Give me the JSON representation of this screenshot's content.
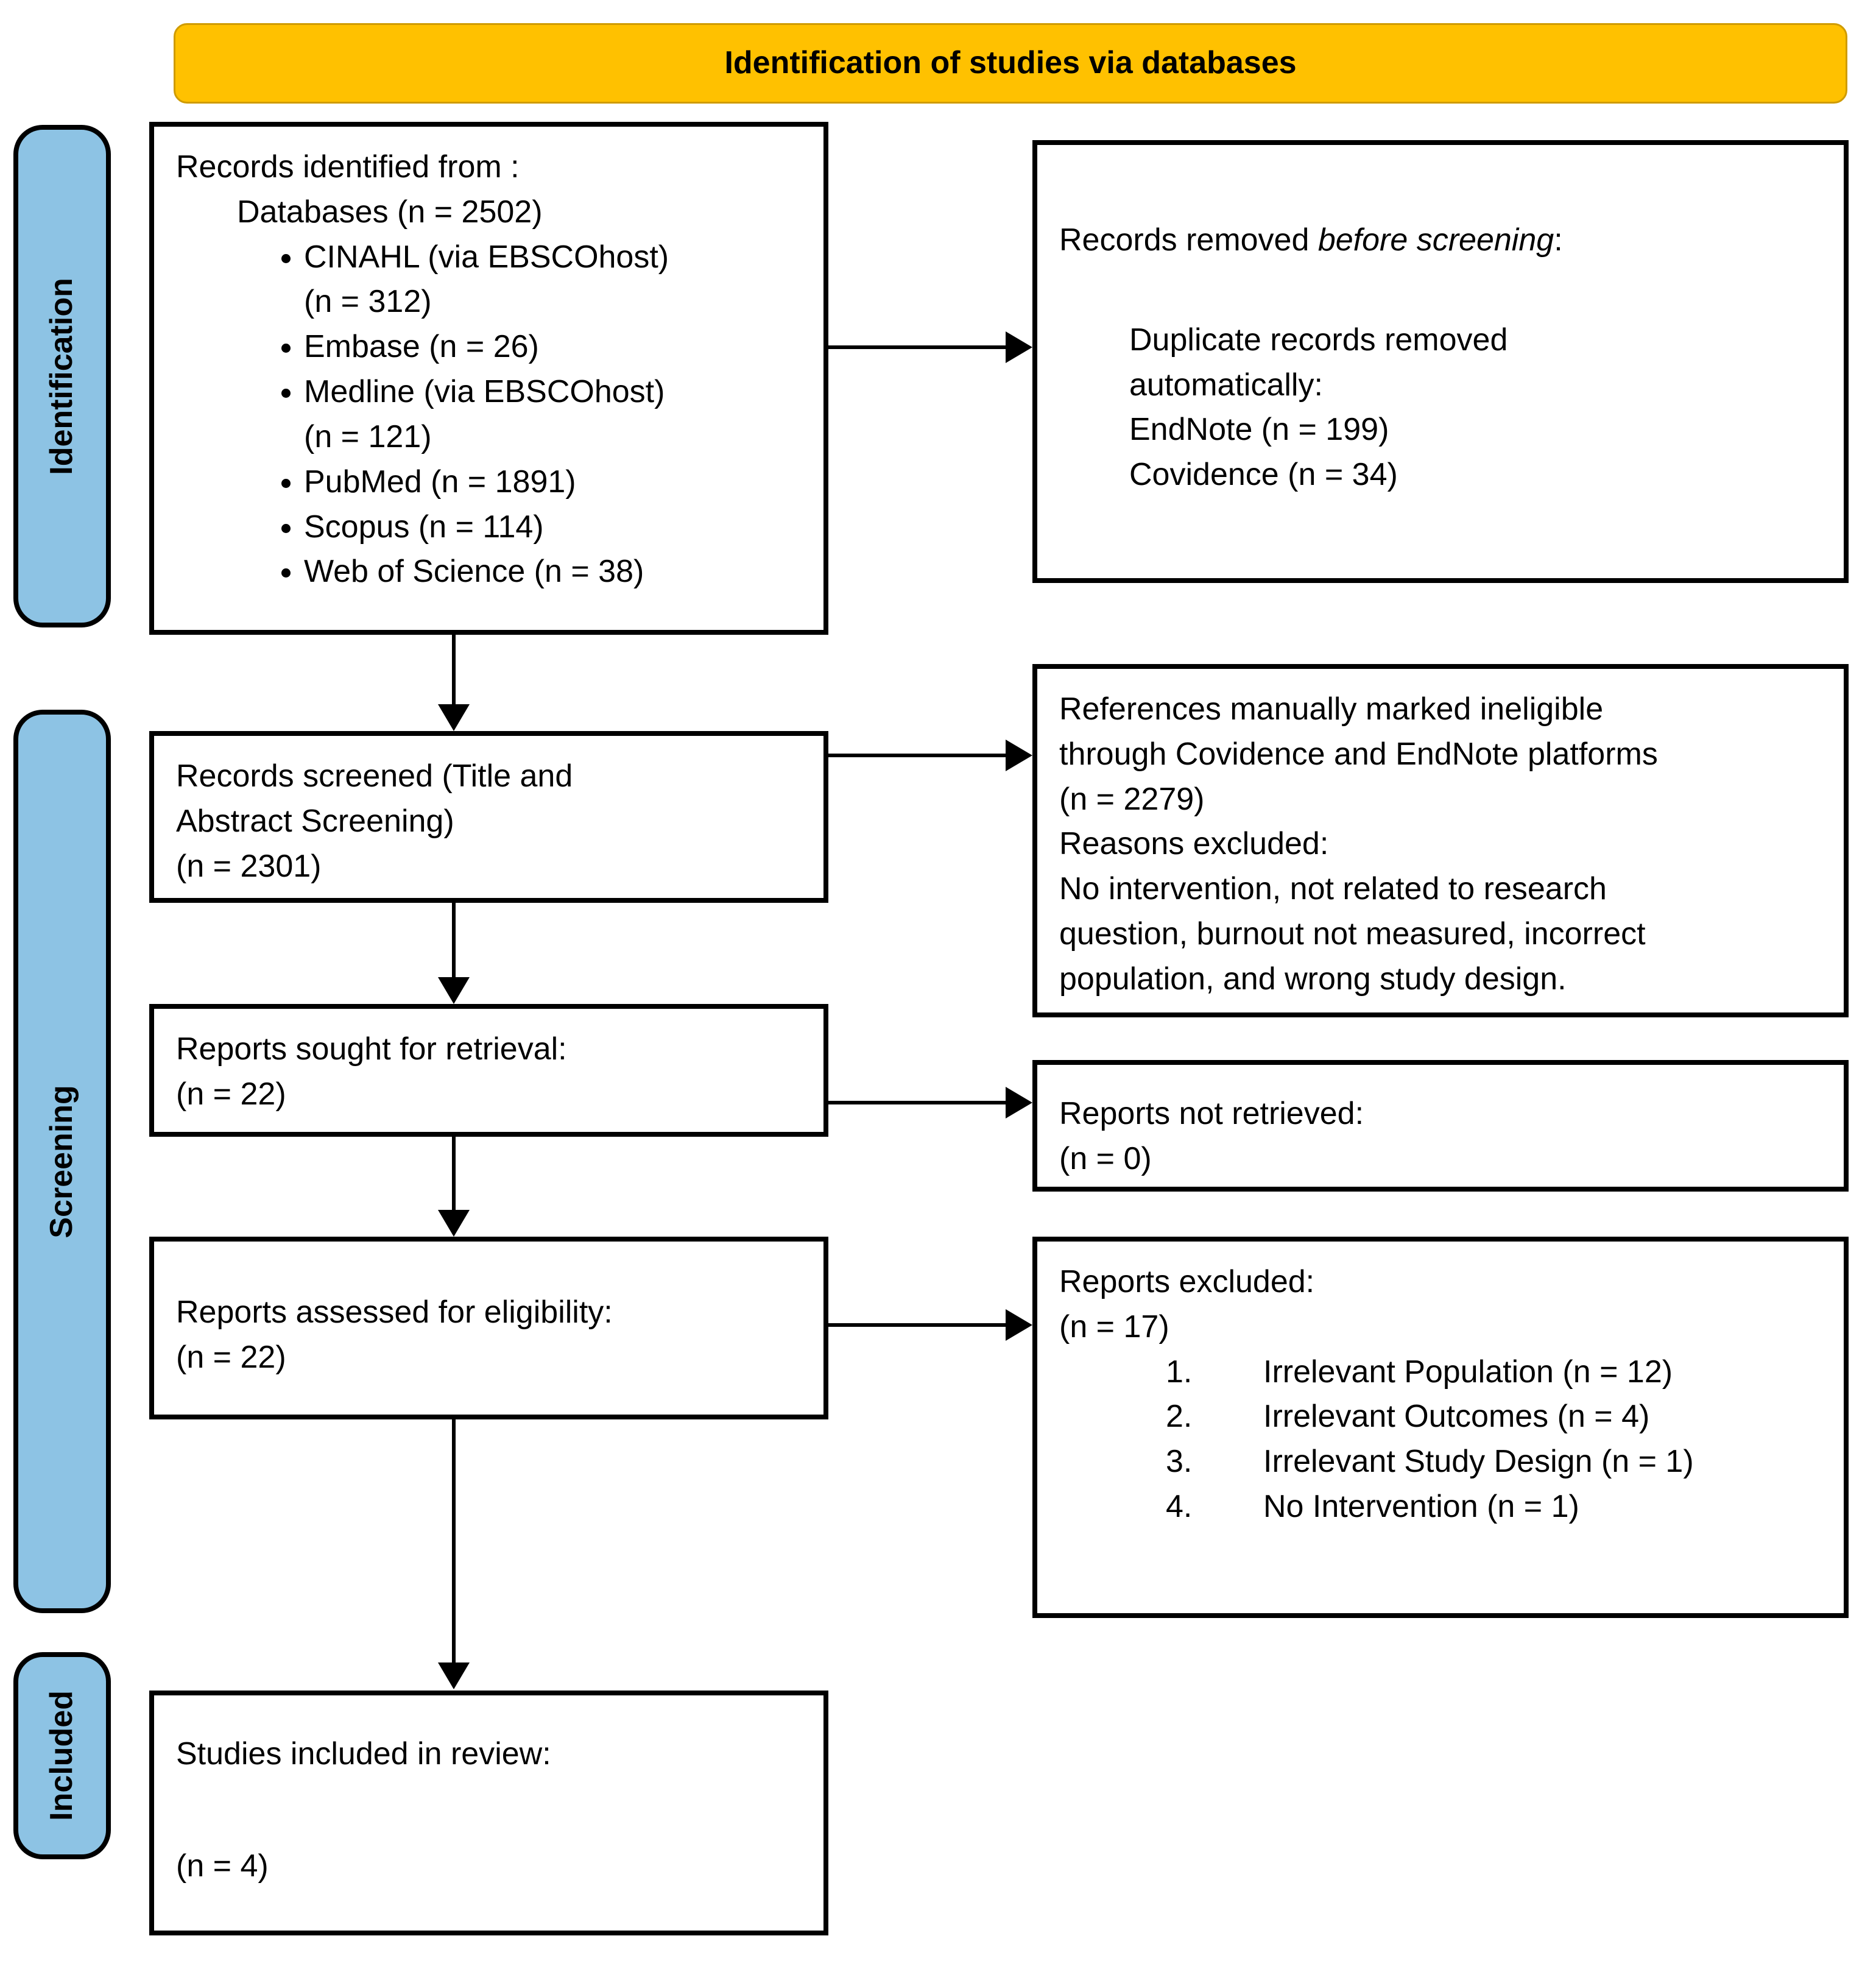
{
  "banner": {
    "title": "Identification of studies via databases"
  },
  "stages": {
    "identification": "Identification",
    "screening": "Screening",
    "included": "Included"
  },
  "identified": {
    "heading": "Records identified from :",
    "subheading": "Databases (n = 2502)",
    "bullets": [
      "CINAHL (via EBSCOhost) (n = 312)",
      "Embase (n = 26)",
      "Medline (via EBSCOhost) (n = 121)",
      "PubMed (n = 1891)",
      "Scopus (n = 114)",
      "Web of Science (n = 38)"
    ]
  },
  "removed": {
    "title_prefix": "Records removed",
    "title_italic": " before screening",
    "title_suffix": ":",
    "body": "Duplicate records removed automatically:",
    "endnote": "EndNote (n = 199)",
    "covidence": "Covidence (n = 34)"
  },
  "screened": {
    "text": "Records screened (Title and Abstract Screening)",
    "count": "(n = 2301)"
  },
  "ineligible": {
    "line1": "References manually marked ineligible through Covidence and EndNote platforms",
    "count": "(n = 2279)",
    "line2": "Reasons excluded:",
    "line3": "No intervention, not related to research question, burnout not measured, incorrect population, and wrong study design."
  },
  "sought": {
    "text": "Reports sought for retrieval:",
    "count": "(n = 22)"
  },
  "not_retrieved": {
    "text": "Reports not retrieved:",
    "count": "(n = 0)"
  },
  "assessed": {
    "text": "Reports assessed for eligibility:",
    "count": "(n = 22)"
  },
  "excluded": {
    "title": "Reports excluded:",
    "count": "(n = 17)",
    "items": [
      {
        "num": "1.",
        "text": "Irrelevant Population (n = 12)"
      },
      {
        "num": "2.",
        "text": "Irrelevant Outcomes (n = 4)"
      },
      {
        "num": "3.",
        "text": "Irrelevant Study Design (n = 1)"
      },
      {
        "num": "4.",
        "text": "No Intervention (n = 1)"
      }
    ]
  },
  "included_box": {
    "text": "Studies included in review:",
    "count": "(n = 4)"
  },
  "colors": {
    "banner_fill": "#FFC100",
    "stage_fill": "#8DC3E4",
    "line": "#000000"
  }
}
